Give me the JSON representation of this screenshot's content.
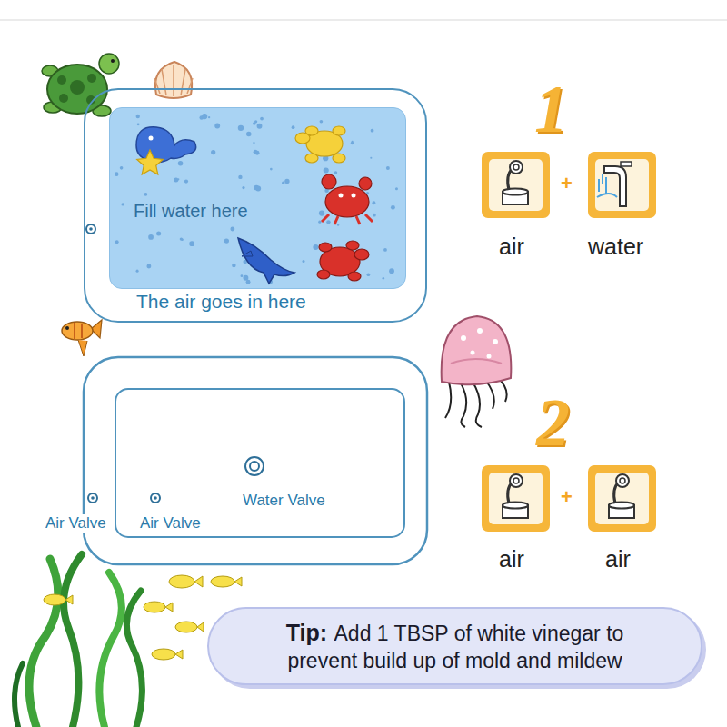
{
  "diagram": {
    "nodes": [
      {
        "text": [
          "The air goes in here"
        ]
      },
      {
        "text": [
          "Fill water here"
        ],
        "in": 0
      },
      {
        "text": [
          "Tip:",
          "Add 1 TBSP of white vinegar to prevent build up of mold and mildew"
        ]
      }
    ],
    "labels": [
      "1",
      "air",
      "+",
      "water",
      "Air Valve",
      "Air Valve",
      "Water Valve",
      "2",
      "air",
      "+",
      "air"
    ]
  }
}
